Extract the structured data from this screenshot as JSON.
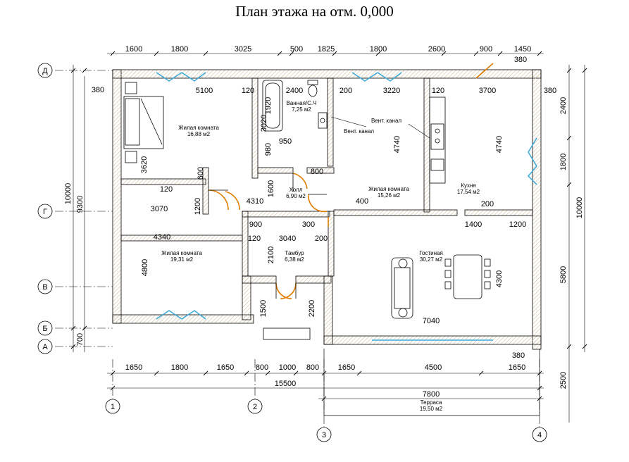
{
  "title": "План этажа на отм. 0,000",
  "rooms": [
    {
      "name": "Жилая комната",
      "area": "16,88 м2"
    },
    {
      "name": "Ванная/С.Ч",
      "area": "7,25 м2"
    },
    {
      "name": "Жилая комната",
      "area": "15,26 м2"
    },
    {
      "name": "Кухня",
      "area": "17,54 м2"
    },
    {
      "name": "Холл",
      "area": "6,90 м2"
    },
    {
      "name": "Жилая комната",
      "area": "19,31 м2"
    },
    {
      "name": "Тамбур",
      "area": "6,38 м2"
    },
    {
      "name": "Гостиная",
      "area": "30,27 м2"
    },
    {
      "name": "Терраса",
      "area": "19,50 м2"
    }
  ],
  "labels": {
    "vent1": "Вент. канал",
    "vent2": "Вент. канал"
  },
  "axes": {
    "letters": [
      "Д",
      "Г",
      "В",
      "Б",
      "А"
    ],
    "numbers": [
      "1",
      "2",
      "3",
      "4"
    ]
  },
  "dims": {
    "top": [
      "1600",
      "1800",
      "3025",
      "500",
      "1825",
      "1800",
      "2600",
      "900",
      "1450"
    ],
    "bottom": [
      "1650",
      "1800",
      "1650",
      "800",
      "1000",
      "800",
      "1650",
      "4500",
      "1650"
    ],
    "total_width": "15500",
    "terrace_width": "7800",
    "left_outer": [
      "10000",
      "9300",
      "700"
    ],
    "right_outer": [
      "2400",
      "1800",
      "5800",
      "10000",
      "2500"
    ],
    "interior": [
      "380",
      "5100",
      "120",
      "2400",
      "200",
      "3220",
      "120",
      "3700",
      "380",
      "380",
      "3020",
      "1920",
      "950",
      "980",
      "4740",
      "4740",
      "3620",
      "600",
      "800",
      "120",
      "1200",
      "1600",
      "3070",
      "4310",
      "400",
      "200",
      "1400",
      "1200",
      "4340",
      "900",
      "300",
      "120",
      "3040",
      "200",
      "4800",
      "2100",
      "1500",
      "2200",
      "4300",
      "7040",
      "380"
    ]
  }
}
